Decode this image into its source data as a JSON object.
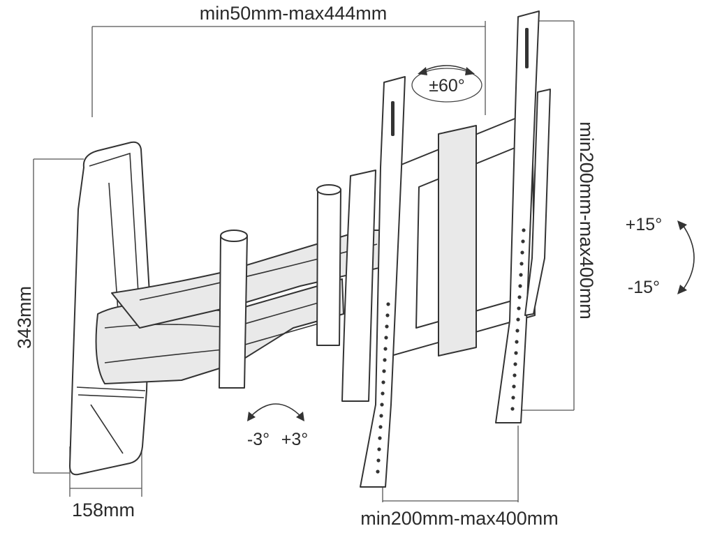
{
  "diagram": {
    "labels": {
      "top_width": "min50mm-max444mm",
      "swivel": "±60°",
      "right_height": "min200mm-max400mm",
      "tilt_up": "+15°",
      "tilt_down": "-15°",
      "left_height": "343mm",
      "level_left": "-3°",
      "level_right": "+3°",
      "base_width": "158mm",
      "bottom_width": "min200mm-max400mm"
    }
  }
}
